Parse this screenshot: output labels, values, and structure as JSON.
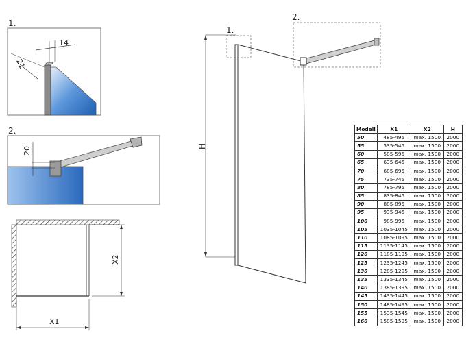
{
  "detail1": {
    "label": "1.",
    "dim_a": "14",
    "dim_b": "21"
  },
  "detail2": {
    "label": "2.",
    "dim_a": "20"
  },
  "plan": {
    "x1_label": "X1",
    "x2_label": "X2"
  },
  "main": {
    "h_label": "H",
    "callout1": "1.",
    "callout2": "2."
  },
  "table": {
    "headers": [
      "Modell",
      "X1",
      "X2",
      "H"
    ],
    "rows": [
      [
        "50",
        "485-495",
        "max. 1500",
        "2000"
      ],
      [
        "55",
        "535-545",
        "max. 1500",
        "2000"
      ],
      [
        "60",
        "585-595",
        "max. 1500",
        "2000"
      ],
      [
        "65",
        "635-645",
        "max. 1500",
        "2000"
      ],
      [
        "70",
        "685-695",
        "max. 1500",
        "2000"
      ],
      [
        "75",
        "735-745",
        "max. 1500",
        "2000"
      ],
      [
        "80",
        "785-795",
        "max. 1500",
        "2000"
      ],
      [
        "85",
        "835-845",
        "max. 1500",
        "2000"
      ],
      [
        "90",
        "885-895",
        "max. 1500",
        "2000"
      ],
      [
        "95",
        "935-945",
        "max. 1500",
        "2000"
      ],
      [
        "100",
        "985-995",
        "max. 1500",
        "2000"
      ],
      [
        "105",
        "1035-1045",
        "max. 1500",
        "2000"
      ],
      [
        "110",
        "1085-1095",
        "max. 1500",
        "2000"
      ],
      [
        "115",
        "1135-1145",
        "max. 1500",
        "2000"
      ],
      [
        "120",
        "1185-1195",
        "max. 1500",
        "2000"
      ],
      [
        "125",
        "1235-1245",
        "max. 1500",
        "2000"
      ],
      [
        "130",
        "1285-1295",
        "max. 1500",
        "2000"
      ],
      [
        "135",
        "1335-1345",
        "max. 1500",
        "2000"
      ],
      [
        "140",
        "1385-1395",
        "max. 1500",
        "2000"
      ],
      [
        "145",
        "1435-1445",
        "max. 1500",
        "2000"
      ],
      [
        "150",
        "1485-1495",
        "max. 1500",
        "2000"
      ],
      [
        "155",
        "1535-1545",
        "max. 1500",
        "2000"
      ],
      [
        "160",
        "1585-1595",
        "max. 1500",
        "2000"
      ]
    ]
  },
  "colors": {
    "glass_blue": "#3f7fd0",
    "frame_gray": "#888888",
    "line": "#333333"
  }
}
